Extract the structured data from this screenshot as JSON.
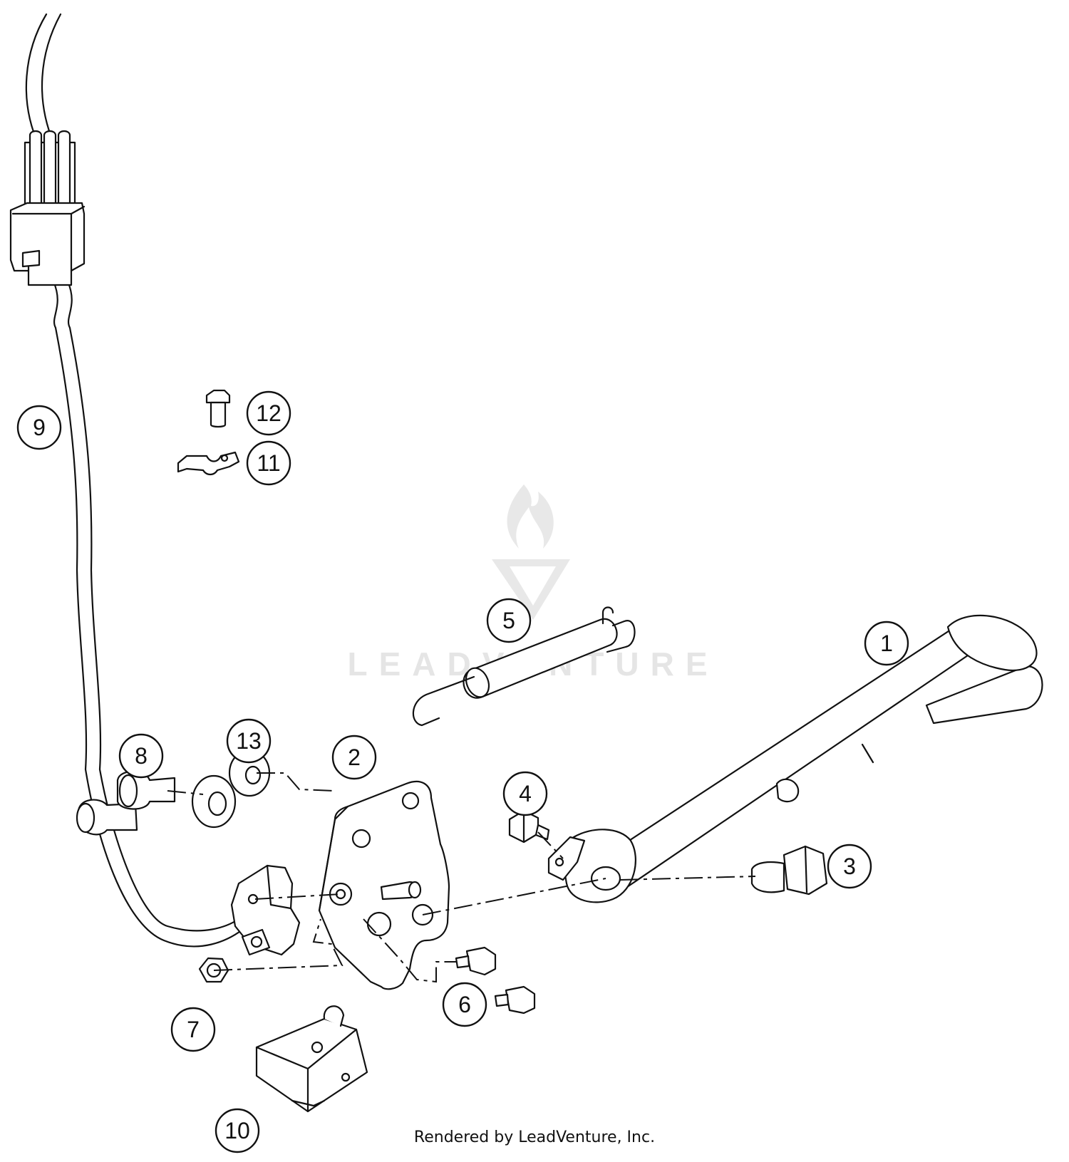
{
  "diagram": {
    "watermark": "LEADVENTURE",
    "footer": "Rendered by LeadVenture, Inc.",
    "callouts": [
      {
        "id": "1",
        "label": "1"
      },
      {
        "id": "2",
        "label": "2"
      },
      {
        "id": "3",
        "label": "3"
      },
      {
        "id": "4",
        "label": "4"
      },
      {
        "id": "5",
        "label": "5"
      },
      {
        "id": "6",
        "label": "6"
      },
      {
        "id": "7",
        "label": "7"
      },
      {
        "id": "8",
        "label": "8"
      },
      {
        "id": "9",
        "label": "9"
      },
      {
        "id": "10",
        "label": "10"
      },
      {
        "id": "11",
        "label": "11"
      },
      {
        "id": "12",
        "label": "12"
      },
      {
        "id": "13",
        "label": "13"
      }
    ]
  },
  "colors": {
    "line": "#111111",
    "background": "#ffffff",
    "watermark": "#e3e3e3"
  }
}
